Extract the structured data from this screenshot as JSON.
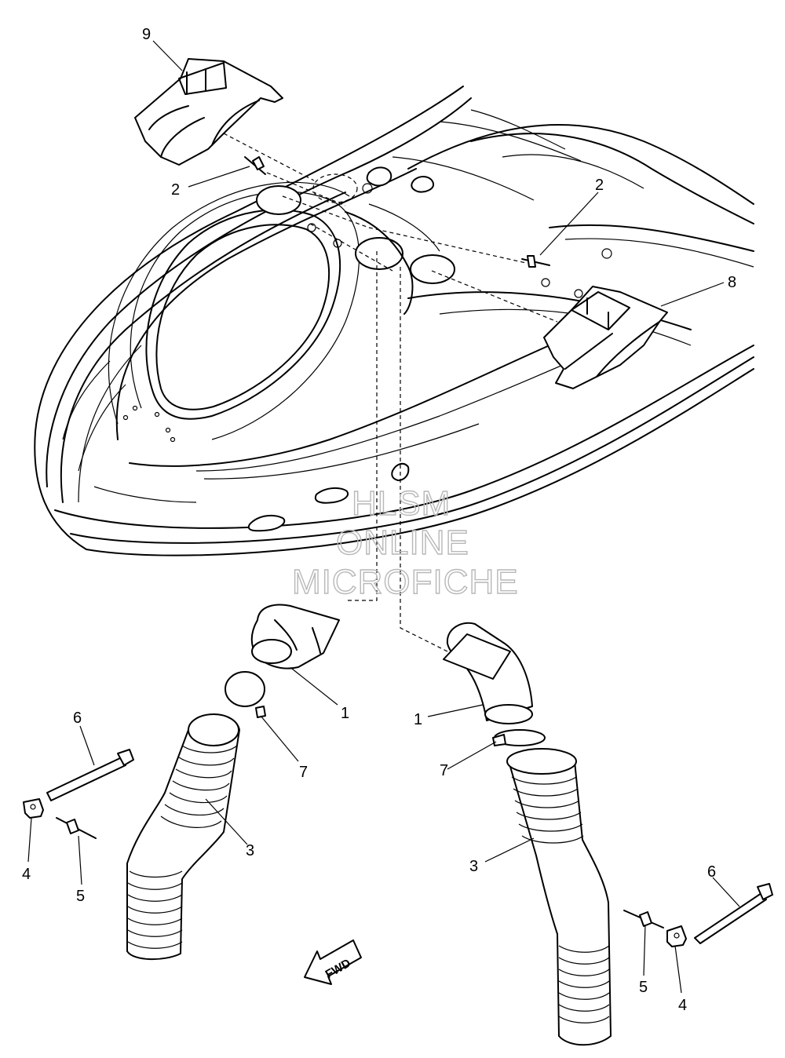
{
  "watermark": {
    "line1": "HLSM",
    "line2": "ONLINE",
    "line3": "MICROFICHE"
  },
  "direction_arrow": {
    "label": "FWD"
  },
  "callouts": {
    "c9": "9",
    "c2_left": "2",
    "c2_right": "2",
    "c8": "8",
    "c1_left": "1",
    "c1_right": "1",
    "c7_left": "7",
    "c7_right": "7",
    "c6_left": "6",
    "c6_right": "6",
    "c3_left": "3",
    "c3_right": "3",
    "c4_left": "4",
    "c4_right": "4",
    "c5_left": "5",
    "c5_right": "5"
  }
}
